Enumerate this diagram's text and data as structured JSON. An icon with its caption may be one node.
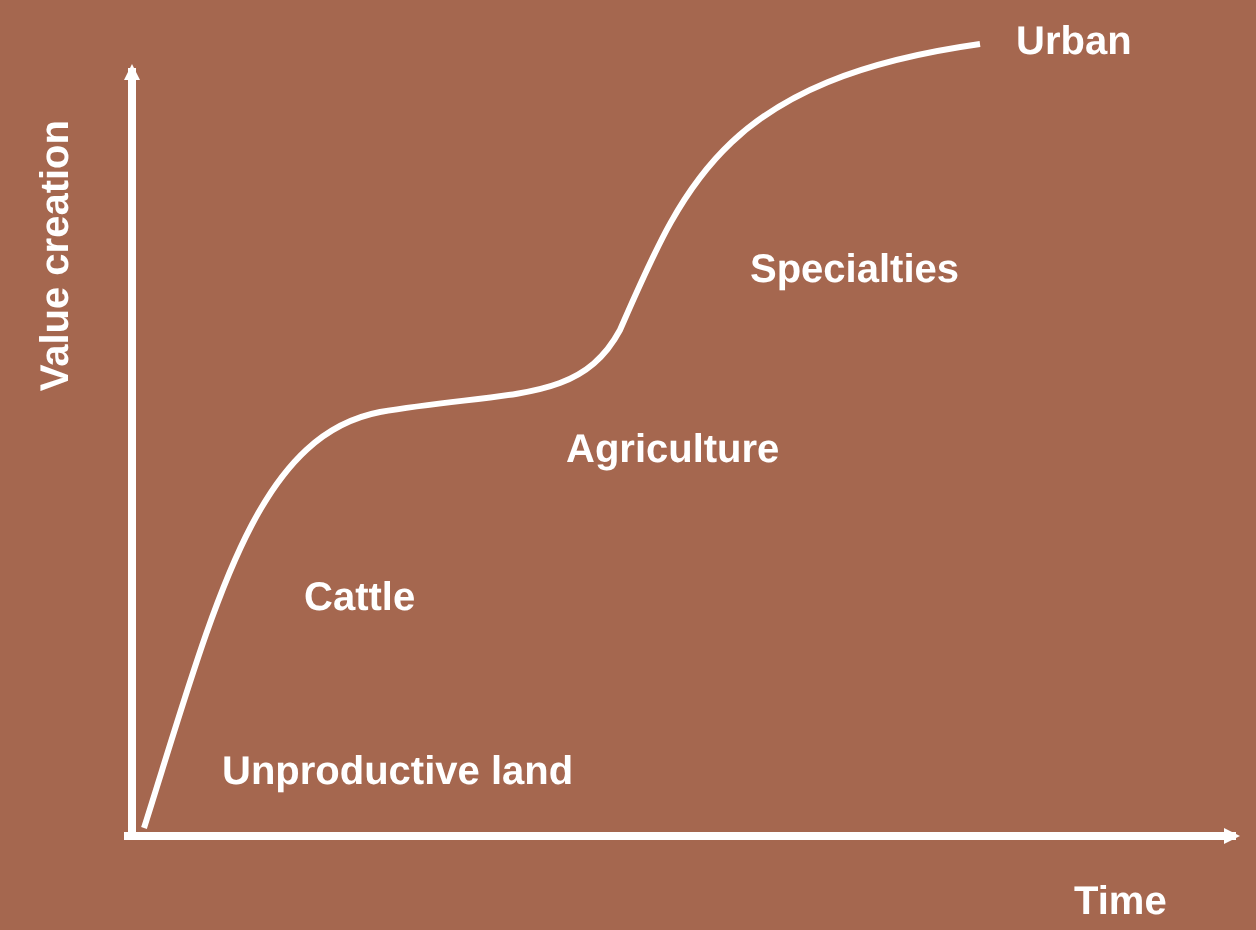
{
  "diagram": {
    "labels": [
      "Urban",
      "Value creation",
      "Specialties",
      "Agriculture",
      "Cattle",
      "Unproductive land",
      "Time"
    ]
  }
}
